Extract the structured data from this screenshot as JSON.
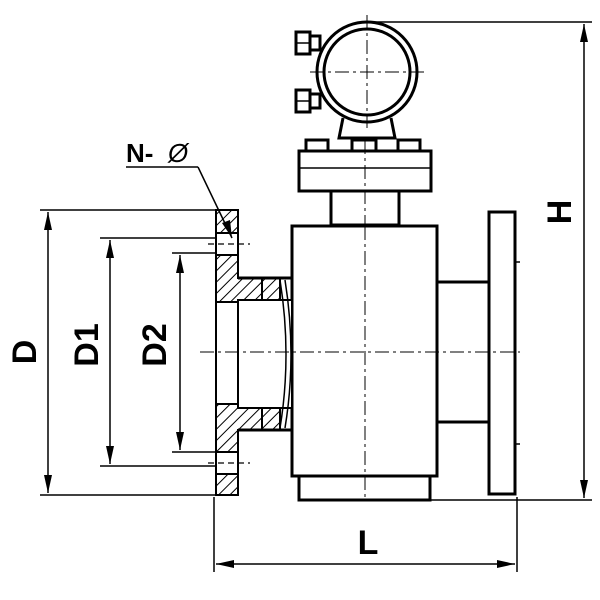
{
  "labels": {
    "outer_diameter": "D",
    "bolt_circle": "D1",
    "inner_diameter": "D2",
    "height": "H",
    "length": "L",
    "bolt_holes_prefix": "N-",
    "bolt_holes_symbol": "Ø"
  }
}
